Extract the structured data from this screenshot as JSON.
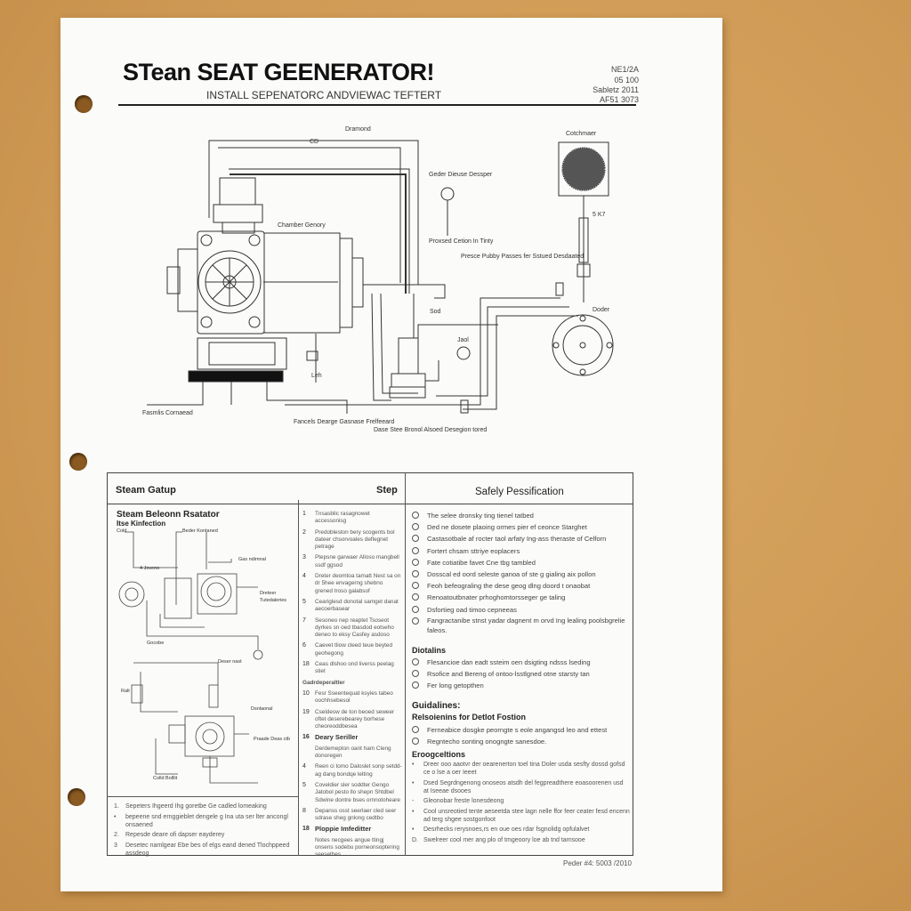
{
  "header": {
    "title": "STean SEAT GEENERATOR!",
    "subtitle": "INSTALL SEPENATORC ANDVIEWAC TEFTERT",
    "meta": [
      "NE1/2A",
      "05 100",
      "Sabletz 2011",
      "AF51 3073"
    ]
  },
  "diagram": {
    "labels": {
      "top": "Dramond",
      "dim": "CD",
      "chamber": "Chamber Genory",
      "gauge": "Geder Dieuse Dessper",
      "gauge2": "Proxsed Cetion In Tinty",
      "pipe": "Presce Pubby Passes fer Sstued Desdaated",
      "filter": "Cotchmaer",
      "filter_tag": "5 K7",
      "outlet": "Doder",
      "valve": "Jaol",
      "valve2": "Sod",
      "base": "Fasmlis Cornaead",
      "bottom1": "Fancels Dearge Gasnase Frelfeeard",
      "bottom2": "Dase Stee Bronol Alsoed Desegion tored",
      "small": "Leh"
    }
  },
  "table": {
    "headers": {
      "setup": "Steam Gatup",
      "step": "Step",
      "safety": "Safely Pessification"
    },
    "diagram_title": "Steam Beleonn Rsatator",
    "diagram_subtitle": "Itse Kinfection",
    "mini_labels": [
      "Cold",
      "Beder Kontaned",
      "4 Jovens",
      "Gas ndimnal",
      "Dreteer",
      "Tutedaleries",
      "Deser nast",
      "Ralt",
      "Dsnlaonal",
      "Praade Deas ctb",
      "Colld Bolllit",
      "Gocobe"
    ],
    "steps": [
      {
        "n": "1",
        "text": "Tnsasblic rasagnowet accessonisg"
      },
      {
        "n": "2",
        "text": "Predobleston bery scogents bol dateer chsorvoales deflegnet petrage"
      },
      {
        "n": "3",
        "text": "Ptepsne garwaer Alloso mangbell ssdf ggsod"
      },
      {
        "n": "4",
        "text": "Dreter deomtoa tamatt Nest sa on dr 5hee envagerng shebno grened troso galabsof"
      },
      {
        "n": "5",
        "text": "Ceariglesd donotal samget danat aecoerbasear"
      },
      {
        "n": "7",
        "text": "Sesoneo nep reaptet Tsoseot dyrkes sn oed tbasdod eotseho deneo to eksy Casfey asdoso"
      },
      {
        "n": "6",
        "text": "Caevet tliow cleed teue beyted geohegong"
      },
      {
        "n": "18",
        "text": "Ceas dlshoo ond liverss peelag stiet"
      }
    ],
    "steps_section": "Gadrdeperaltler",
    "steps2": [
      {
        "n": "10",
        "text": "Fesr Sseentequat ksyies tabeo oochhsebesol"
      },
      {
        "n": "19",
        "text": "Cseldesw de ton beoed seweer oftet deserebearey borhese cheoreoddbesea"
      }
    ],
    "steps_section2": {
      "n": "16",
      "label": "Deary Seriller"
    },
    "steps3": [
      {
        "n": "",
        "text": "Derdemepton oant ham Cleng donoregen"
      },
      {
        "n": "4",
        "text": "Reen ci tomo Daloslet sonp setdd-ag dang bondqe lelting"
      },
      {
        "n": "5",
        "text": "Coveldier sler soddter Gengo Jatobol pesto llo shepn Shtdbel Sdwine dontre bses ornnotoheare"
      },
      {
        "n": "8",
        "text": "Depanss osst seerlaer cled seer sdrase sheg gnlong cedtbo"
      }
    ],
    "steps_section3": {
      "n": "18",
      "label": "Ploppie Imfeditter"
    },
    "steps4": [
      {
        "n": "",
        "text": "Notes necgees angue ttingj onsens sodebu porneonsoptering seesetbes"
      }
    ],
    "notes": [
      {
        "m": "1.",
        "text": "Sepeters Ihgeerd Ihg goretbe Ge cadled lomeaking"
      },
      {
        "m": "•",
        "text": "bepeene snd ernggieblet dengele g Ina uta ser lter ancongl onsaened"
      },
      {
        "m": "2.",
        "text": "Repesde deare ofi dapser eayderey"
      },
      {
        "m": "3",
        "text": "Desetec namlgear Ebe bes of elgs eand dened Tlochppeed assdeog"
      }
    ],
    "safety_items": [
      "The selee dronsky ting tienel tatbed",
      "Ded ne dosete plaoing ormes pier ef ceonce Starghet",
      "Castasotbale af rocter taol arfaty Ing-ass theraste of Celforn",
      "Fortert chsam sttriye eoplacers",
      "Fate cotiatibe favet Cne tbg tambled",
      "Dosscal ed oord seleste ganoa of ste g gialing aix pollon",
      "Feoh befeograling the dese geog dlng doord t onaobat",
      "Renoatoutbnater prhoghomtorsseger ge taling",
      "Dsfortieg oad timoo cepneeas",
      "Fangractanibe stnst yadar dagnent m orvd Ing lealing poolsbgrelie faleos."
    ],
    "cautions_title": "Diotalins",
    "cautions": [
      "Flesancioe dan eadt ssteim oen dsigting ndsss lseding",
      "Rsofice and Bereng of ontoo-lsstlgned otne starsty tan",
      "Fer long getopthen"
    ],
    "guidelines_title": "Guidalines:",
    "guidelines_sub": "Relsoienins for Detlot Fostion",
    "guidelines": [
      "Ferneabice dosgke peorngte s eole angangsd leo and ettest",
      "Regntecho sonting onogngte sanesdoe."
    ],
    "precautions_title": "Eroogceltions",
    "precautions": [
      {
        "m": "•",
        "text": "Dreer ooo aaotvr der oearenerton toel tina Doler usda sesfty dossd gofsd ce o lse a oer Ieeet"
      },
      {
        "m": "•",
        "text": "Dsed Segrdngenong onoseos atsdh del fegpreadthere eoasoorenen usd at Iseeae dsooes"
      },
      {
        "m": "-",
        "text": "Gleonobar freste lonesdeong"
      },
      {
        "m": "•",
        "text": "Cool unsreotied tente aeseetda stee lagn nelle ffor feer ceater fesd encenn ad terg shgee sostgonfoot"
      },
      {
        "m": "•",
        "text": "Desrhecks rerysnoes,rs en oue oes rdar fsgnolidg opfulalvet"
      },
      {
        "m": "D.",
        "text": "Swelreer cool mer ang plo of tmgeoory loe ab tnd tamsooe"
      }
    ],
    "footer": "Peder #4: 5003 /2010"
  }
}
